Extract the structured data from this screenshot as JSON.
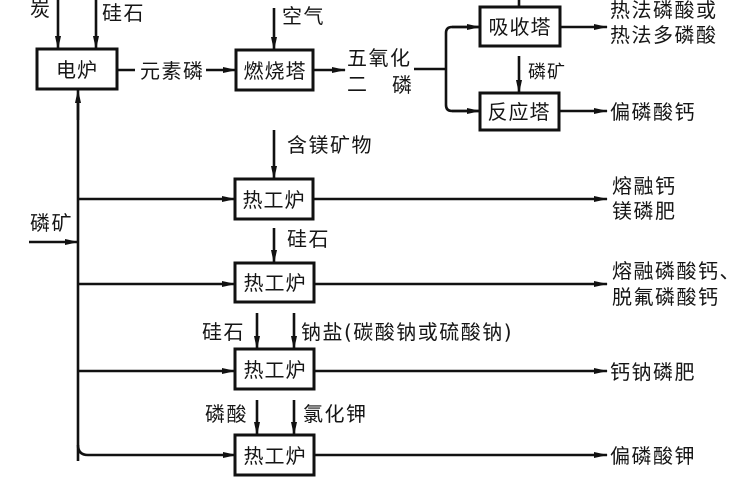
{
  "diagram": {
    "top_inputs": {
      "carbon": "炭",
      "silica": "硅石",
      "air": "空气"
    },
    "nodes": {
      "electric_furnace": "电炉",
      "combustion_tower": "燃烧塔",
      "absorption_tower": "吸收塔",
      "reaction_tower": "反应塔",
      "thermal_furnace_1": "热工炉",
      "thermal_furnace_2": "热工炉",
      "thermal_furnace_3": "热工炉",
      "thermal_furnace_4": "热工炉"
    },
    "intermediates": {
      "elemental_phosphorus": "元素磷",
      "p2o5_line1": "五氧化",
      "p2o5_er": "二",
      "p2o5_lin": "磷",
      "phosphate_rock_between_towers": "磷矿"
    },
    "side_inputs": {
      "phosphate_rock_main": "磷矿",
      "magnesium_minerals": "含镁矿物",
      "silica_furnace2": "硅石",
      "silica_furnace3": "硅石",
      "sodium_salt": "钠盐(碳酸钠或硫酸钠)",
      "phosphoric_acid": "磷酸",
      "potassium_chloride": "氯化钾"
    },
    "products": {
      "thermal_acid_line1": "热法磷酸或",
      "thermal_acid_line2": "热法多磷酸",
      "calcium_metaphosphate": "偏磷酸钙",
      "fused_cmp_line1": "熔融钙",
      "fused_cmp_line2": "镁磷肥",
      "fused_cap_line1": "熔融磷酸钙、",
      "fused_cap_line2": "脱氟磷酸钙",
      "ca_na_fertilizer": "钙钠磷肥",
      "potassium_metaphosphate": "偏磷酸钾"
    },
    "colors": {
      "line": "#111111",
      "background": "#ffffff",
      "text": "#151515"
    }
  }
}
